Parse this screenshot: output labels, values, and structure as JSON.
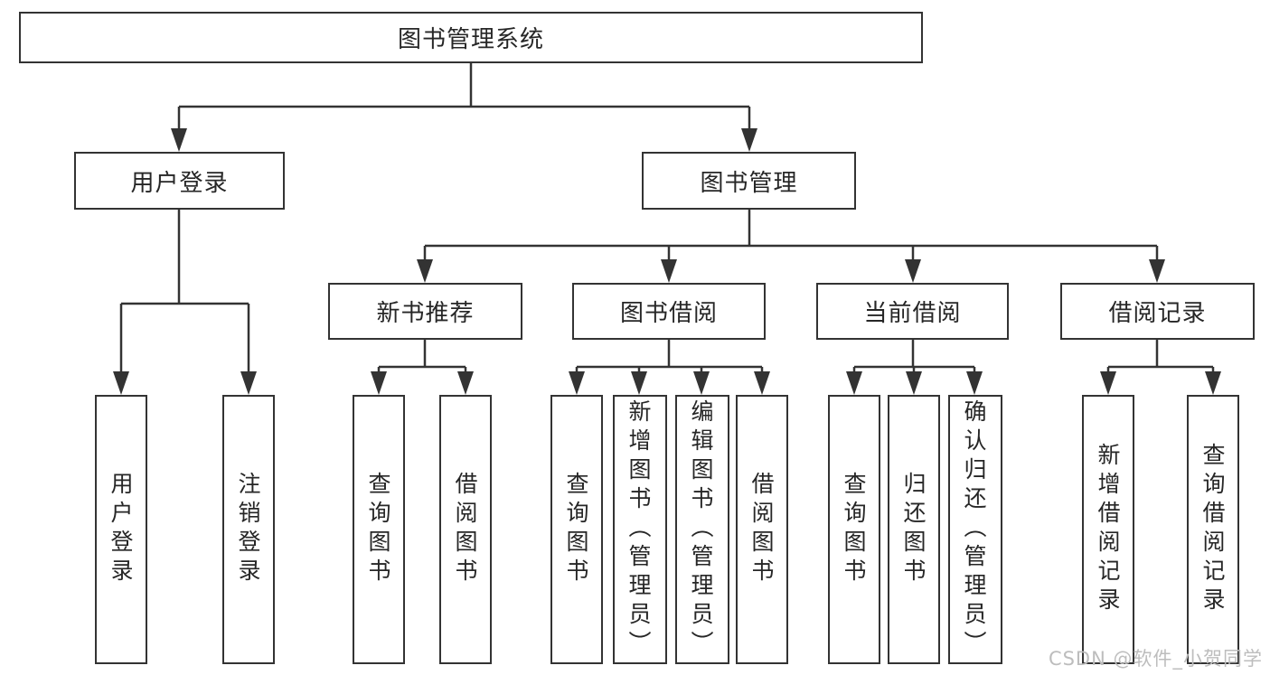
{
  "diagram": {
    "root": {
      "label": "图书管理系统"
    },
    "level2": [
      {
        "id": "user-login",
        "label": "用户登录"
      },
      {
        "id": "book-management",
        "label": "图书管理"
      }
    ],
    "level3": [
      {
        "id": "new-book-recommend",
        "label": "新书推荐",
        "parent": "图书管理"
      },
      {
        "id": "book-borrowing",
        "label": "图书借阅",
        "parent": "图书管理"
      },
      {
        "id": "current-borrowing",
        "label": "当前借阅",
        "parent": "图书管理"
      },
      {
        "id": "borrowing-records",
        "label": "借阅记录",
        "parent": "图书管理"
      }
    ],
    "leaves": [
      {
        "id": "user-login",
        "label": "用户登录",
        "parent": "用户登录"
      },
      {
        "id": "logout",
        "label": "注销登录",
        "parent": "用户登录"
      },
      {
        "id": "query-books-recommend",
        "label": "查询图书",
        "parent": "新书推荐"
      },
      {
        "id": "borrow-books-recommend",
        "label": "借阅图书",
        "parent": "新书推荐"
      },
      {
        "id": "query-books-borrowing",
        "label": "查询图书",
        "parent": "图书借阅"
      },
      {
        "id": "add-books-admin",
        "label": "新增图书（管理员）",
        "parent": "图书借阅"
      },
      {
        "id": "edit-books-admin",
        "label": "编辑图书（管理员）",
        "parent": "图书借阅"
      },
      {
        "id": "borrow-books-borrowing",
        "label": "借阅图书",
        "parent": "图书借阅"
      },
      {
        "id": "query-books-current",
        "label": "查询图书",
        "parent": "当前借阅"
      },
      {
        "id": "return-books",
        "label": "归还图书",
        "parent": "当前借阅"
      },
      {
        "id": "confirm-return-admin",
        "label": "确认归还（管理员）",
        "parent": "当前借阅"
      },
      {
        "id": "add-borrow-record",
        "label": "新增借阅记录",
        "parent": "借阅记录"
      },
      {
        "id": "query-borrow-record",
        "label": "查询借阅记录",
        "parent": "借阅记录"
      }
    ]
  },
  "watermark": {
    "text": "CSDN @软件_小贺同学"
  },
  "colors": {
    "line": "#333333",
    "box_border": "#333333",
    "text": "#262626",
    "watermark": "#bdbdbd",
    "background": "#ffffff"
  }
}
